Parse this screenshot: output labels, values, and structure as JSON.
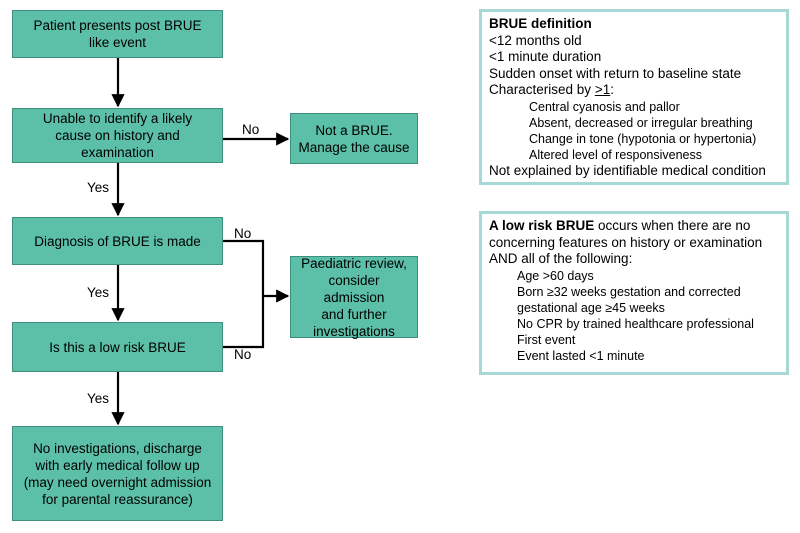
{
  "flow": {
    "start": "Patient presents post BRUE\nlike event",
    "unable": "Unable to identify a likely\ncause on history and\nexamination",
    "not_brue": "Not a BRUE.\nManage the cause",
    "diagnosis": "Diagnosis of BRUE is made",
    "low_risk_q": "Is this a low risk BRUE",
    "paeds": "Paediatric review,\nconsider admission\nand further\ninvestigations",
    "discharge": "No investigations, discharge\nwith early medical follow up\n(may need overnight admission\nfor parental reassurance)",
    "yes": "Yes",
    "no": "No"
  },
  "definition": {
    "title": "BRUE definition",
    "lines": [
      "<12 months old",
      "<1 minute duration",
      "Sudden onset with return to baseline state"
    ],
    "characterised_prefix": "Characterised by ",
    "characterised_num": ">1",
    "characterised_suffix": ":",
    "features": [
      "Central cyanosis and pallor",
      "Absent, decreased or irregular breathing",
      "Change in tone (hypotonia or hypertonia)",
      "Altered level of responsiveness"
    ],
    "last": "Not explained by identifiable medical condition"
  },
  "low_risk": {
    "title": "A low risk BRUE",
    "intro": " occurs when there are no concerning features on history or examination AND all of the following:",
    "criteria": [
      "Age >60 days",
      "Born ≥32 weeks gestation and corrected gestational age ≥45 weeks",
      "No CPR by trained healthcare professional",
      "First event",
      "Event lasted <1 minute"
    ]
  },
  "colors": {
    "node_fill": "#5cc0a8",
    "panel_border": "#a6d9d5"
  }
}
